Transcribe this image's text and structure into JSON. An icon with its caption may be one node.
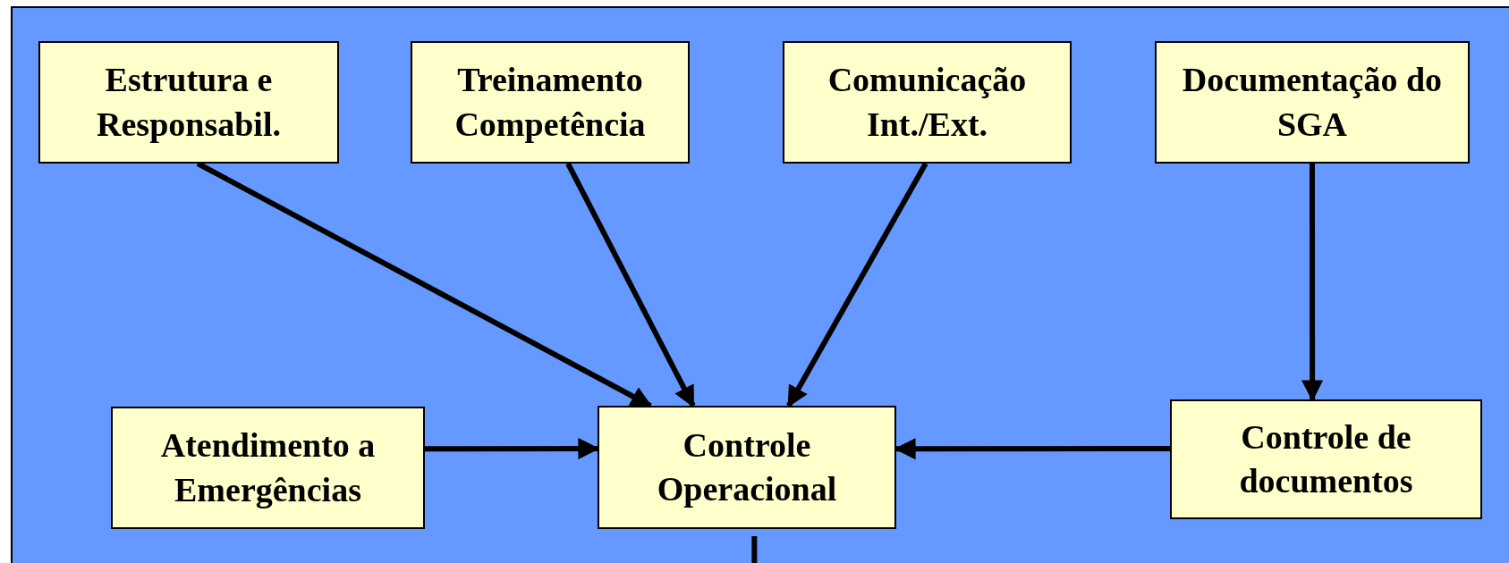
{
  "diagram": {
    "nodes": [
      {
        "text": [
          "Estrutura e Responsabil."
        ]
      },
      {
        "text": [
          "Treinamento Competência"
        ]
      },
      {
        "text": [
          "Comunicação Int./Ext."
        ]
      },
      {
        "text": [
          "Documentação do SGA"
        ]
      },
      {
        "text": [
          "Atendimento a Emergências"
        ]
      },
      {
        "text": [
          "Controle Operacional"
        ]
      },
      {
        "text": [
          "Controle de documentos"
        ]
      }
    ],
    "edges": [
      {
        "from": 0,
        "to": 5,
        "arrow": "to"
      },
      {
        "from": 1,
        "to": 5,
        "arrow": "to"
      },
      {
        "from": 2,
        "to": 5,
        "arrow": "to"
      },
      {
        "from": 3,
        "to": 6,
        "arrow": "to"
      },
      {
        "from": 4,
        "to": 5,
        "arrow": "to"
      },
      {
        "from": 6,
        "to": 5,
        "arrow": "to"
      },
      {
        "from": 5,
        "to": null,
        "arrow": "none"
      }
    ]
  }
}
